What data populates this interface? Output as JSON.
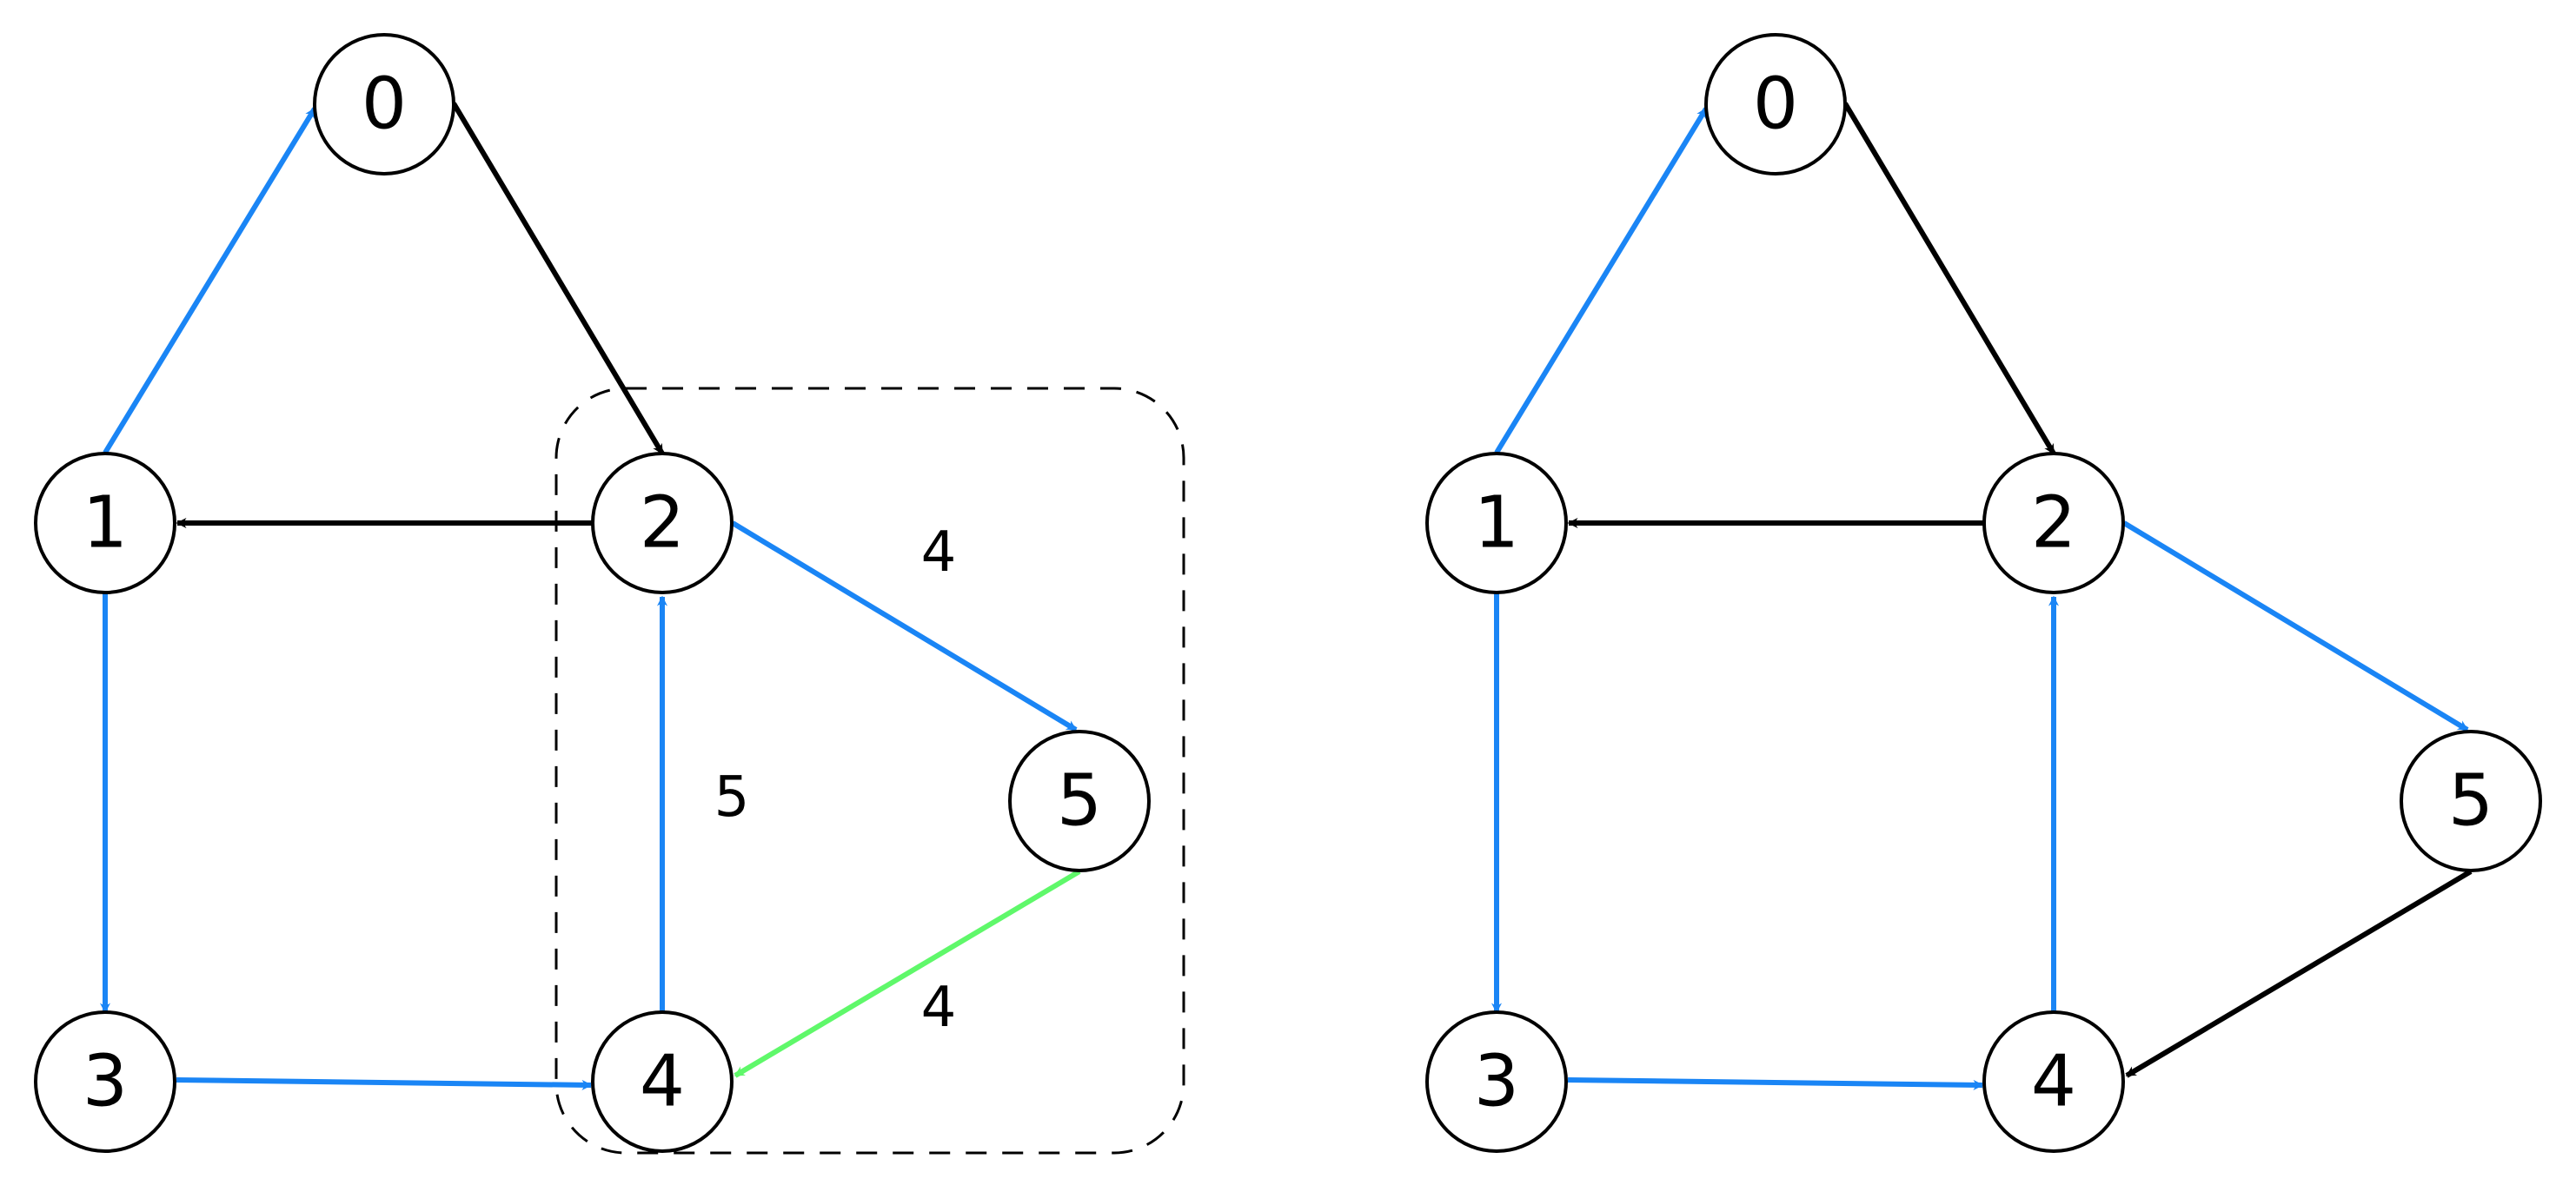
{
  "colors": {
    "blue": "#1a85f5",
    "black": "#000000",
    "green": "#5ff86a"
  },
  "diagrams": [
    {
      "nodes": [
        "0",
        "1",
        "2",
        "3",
        "4",
        "5"
      ],
      "edges": [
        {
          "from": "1",
          "to": "0",
          "color": "blue"
        },
        {
          "from": "0",
          "to": "2",
          "color": "black"
        },
        {
          "from": "2",
          "to": "1",
          "color": "black"
        },
        {
          "from": "1",
          "to": "3",
          "color": "blue"
        },
        {
          "from": "3",
          "to": "4",
          "color": "blue"
        },
        {
          "from": "4",
          "to": "2",
          "color": "blue"
        },
        {
          "from": "2",
          "to": "5",
          "color": "blue"
        },
        {
          "from": "5",
          "to": "4",
          "color": "green"
        }
      ],
      "weights": [
        "4",
        "5",
        "4"
      ],
      "highlight_group": [
        "2",
        "4",
        "5"
      ]
    },
    {
      "nodes": [
        "0",
        "1",
        "2",
        "3",
        "4",
        "5"
      ],
      "edges": [
        {
          "from": "1",
          "to": "0",
          "color": "blue"
        },
        {
          "from": "0",
          "to": "2",
          "color": "black"
        },
        {
          "from": "2",
          "to": "1",
          "color": "black"
        },
        {
          "from": "1",
          "to": "3",
          "color": "blue"
        },
        {
          "from": "3",
          "to": "4",
          "color": "blue"
        },
        {
          "from": "4",
          "to": "2",
          "color": "blue"
        },
        {
          "from": "2",
          "to": "5",
          "color": "blue"
        },
        {
          "from": "5",
          "to": "4",
          "color": "black"
        }
      ]
    }
  ]
}
